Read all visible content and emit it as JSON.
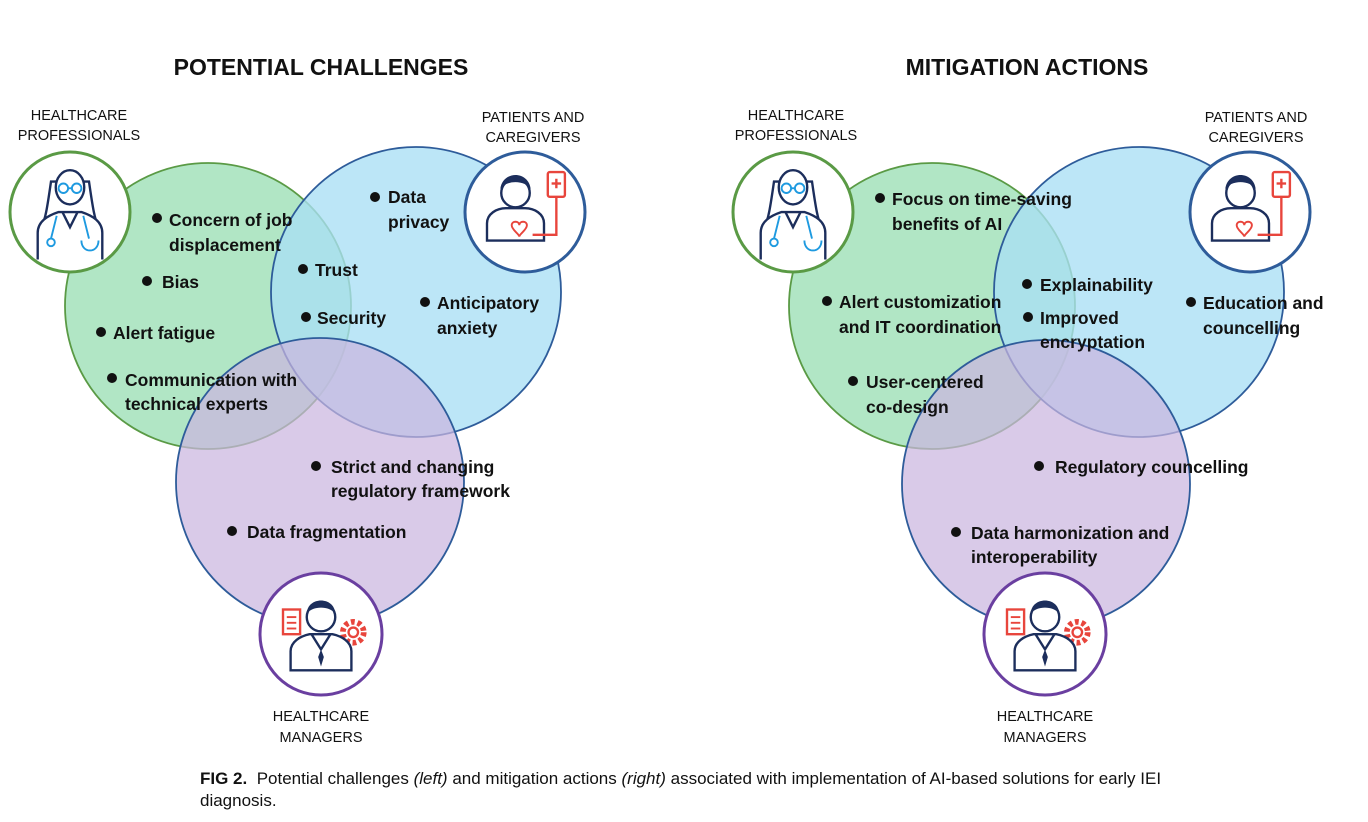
{
  "left": {
    "title": "POTENTIAL CHALLENGES",
    "groups": {
      "hcp": [
        "HEALTHCARE",
        "PROFESSIONALS"
      ],
      "patients": [
        "PATIENTS AND",
        "CAREGIVERS"
      ],
      "managers": [
        "HEALTHCARE",
        "MANAGERS"
      ]
    },
    "items": {
      "job": [
        "Concern of job",
        "displacement"
      ],
      "bias": [
        "Bias"
      ],
      "fatigue": [
        "Alert fatigue"
      ],
      "comm": [
        "Communication with",
        "technical experts"
      ],
      "privacy": [
        "Data",
        "privacy"
      ],
      "trust": [
        "Trust"
      ],
      "security": [
        "Security"
      ],
      "anxiety": [
        "Anticipatory",
        "anxiety"
      ],
      "regulatory": [
        "Strict and changing",
        "regulatory framework"
      ],
      "fragmentation": [
        "Data fragmentation"
      ]
    }
  },
  "right": {
    "title": "MITIGATION ACTIONS",
    "groups": {
      "hcp": [
        "HEALTHCARE",
        "PROFESSIONALS"
      ],
      "patients": [
        "PATIENTS AND",
        "CAREGIVERS"
      ],
      "managers": [
        "HEALTHCARE",
        "MANAGERS"
      ]
    },
    "items": {
      "focus": [
        "Focus on time-saving",
        "benefits of AI"
      ],
      "alert": [
        "Alert customization",
        "and IT coordination"
      ],
      "codesign": [
        "User-centered",
        "co-design"
      ],
      "explain": [
        "Explainability"
      ],
      "encrypt": [
        "Improved",
        "encryptation"
      ],
      "education": [
        "Education and",
        "councelling"
      ],
      "regcouns": [
        "Regulatory councelling"
      ],
      "harmon": [
        "Data harmonization and",
        "interoperability"
      ]
    }
  },
  "caption": {
    "label": "FIG 2.",
    "part1": "Potential challenges",
    "left_tag": "(left)",
    "part2": "and mitigation actions",
    "right_tag": "(right)",
    "part3": "associated with implementation of AI-based solutions for early IEI diagnosis."
  },
  "colors": {
    "green_fill": "#a6e2bd",
    "green_stroke": "#5a9a45",
    "blue_fill": "#a9dff5",
    "blue_stroke": "#2e5c9a",
    "purple_fill": "#cbb6df",
    "purple_stroke": "#6a3fa0",
    "icon_navy": "#1c2e5c",
    "icon_accent": "#e8453c"
  },
  "icons": [
    "doctor-icon",
    "patient-icon",
    "manager-icon"
  ]
}
